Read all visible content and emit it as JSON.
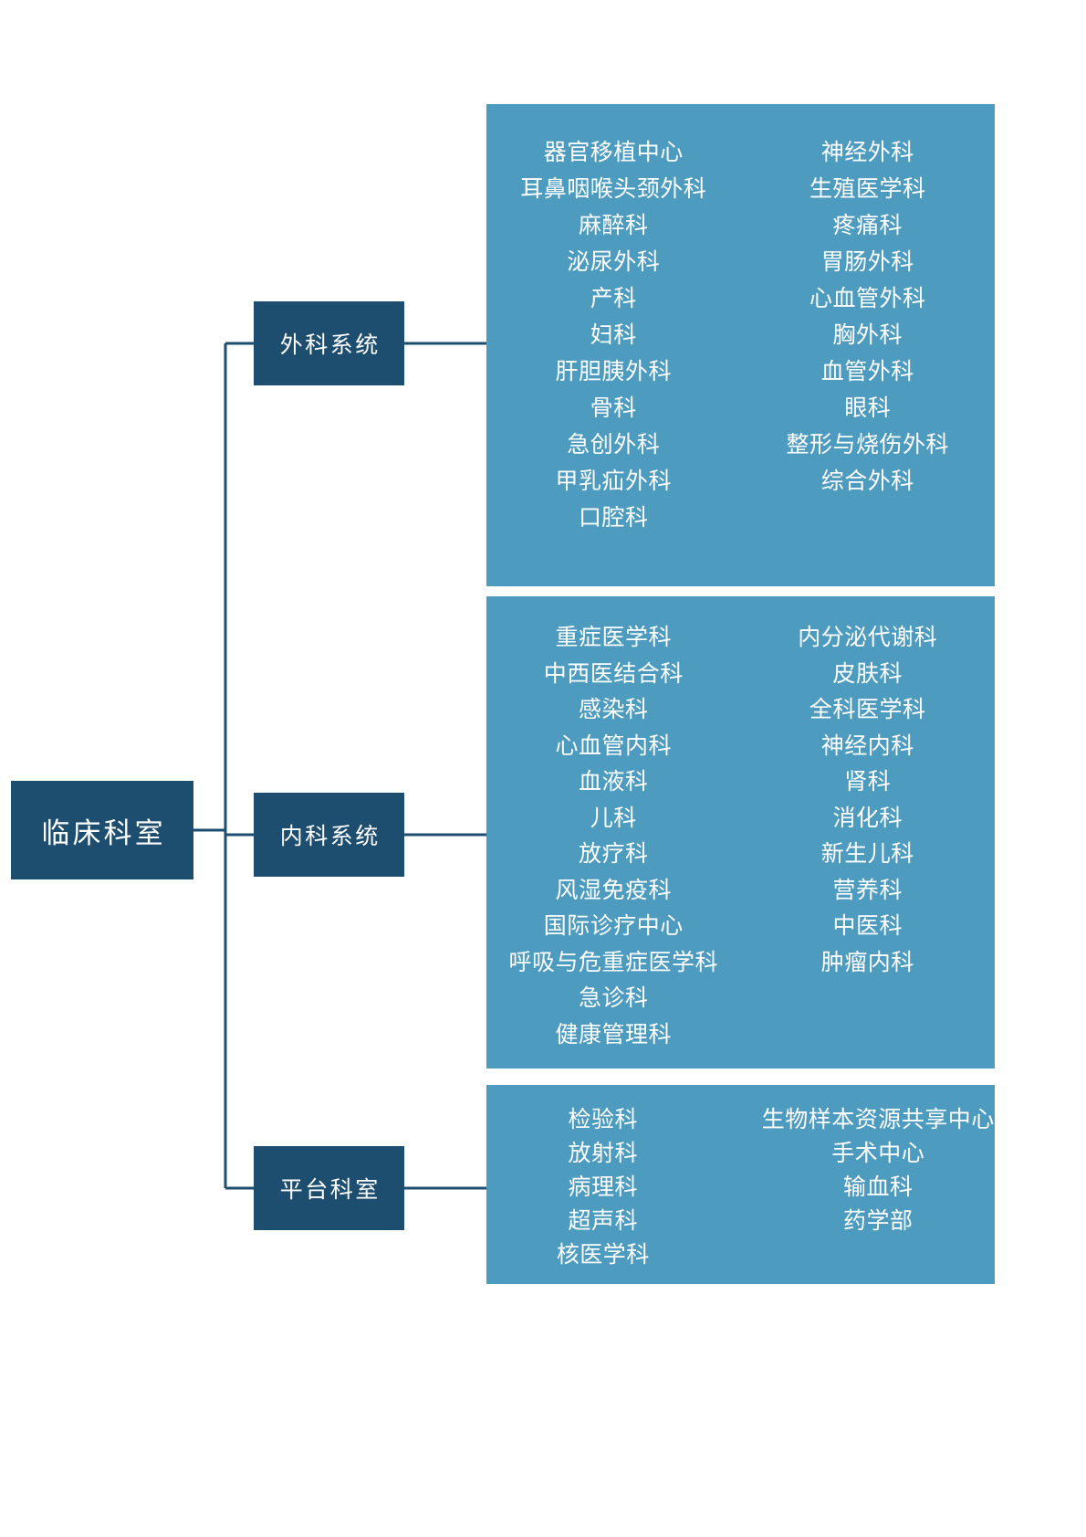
{
  "title": "临床科室组织架构",
  "colors": {
    "node_navy": "#1D4E70",
    "panel_blue": "#4D9CC0",
    "connector": "#1D4E70",
    "text_on_node": "#FFFFFF",
    "background": "#FFFFFF"
  },
  "root": {
    "label": "临床科室"
  },
  "branches": [
    {
      "id": "surgery",
      "label": "外科系统"
    },
    {
      "id": "internal",
      "label": "内科系统"
    },
    {
      "id": "platform",
      "label": "平台科室"
    }
  ],
  "panels": {
    "surgery": {
      "left_column": [
        "器官移植中心",
        "耳鼻咽喉头颈外科",
        "麻醉科",
        "泌尿外科",
        "产科",
        "妇科",
        "肝胆胰外科",
        "骨科",
        "急创外科",
        "甲乳疝外科",
        "口腔科"
      ],
      "right_column": [
        "神经外科",
        "生殖医学科",
        "疼痛科",
        "胃肠外科",
        "心血管外科",
        "胸外科",
        "血管外科",
        "眼科",
        "整形与烧伤外科",
        "综合外科"
      ]
    },
    "internal": {
      "left_column": [
        "重症医学科",
        "中西医结合科",
        "感染科",
        "心血管内科",
        "血液科",
        "儿科",
        "放疗科",
        "风湿免疫科",
        "国际诊疗中心",
        "呼吸与危重症医学科",
        "急诊科",
        "健康管理科"
      ],
      "right_column": [
        "内分泌代谢科",
        "皮肤科",
        "全科医学科",
        "神经内科",
        "肾科",
        "消化科",
        "新生儿科",
        "营养科",
        "中医科",
        "肿瘤内科"
      ]
    },
    "platform": {
      "left_column": [
        "检验科",
        "放射科",
        "病理科",
        "超声科",
        "核医学科"
      ],
      "right_column": [
        "生物样本资源共享中心",
        "手术中心",
        "输血科",
        "药学部"
      ]
    }
  },
  "chart_data": {
    "type": "diagram",
    "diagram_type": "organization-tree",
    "orientation": "left-to-right",
    "levels": 3,
    "root": "临床科室",
    "nodes": [
      {
        "level": 2,
        "label": "外科系统",
        "children": [
          "器官移植中心",
          "神经外科",
          "耳鼻咽喉头颈外科",
          "生殖医学科",
          "麻醉科",
          "疼痛科",
          "泌尿外科",
          "胃肠外科",
          "产科",
          "心血管外科",
          "妇科",
          "胸外科",
          "肝胆胰外科",
          "血管外科",
          "骨科",
          "眼科",
          "急创外科",
          "整形与烧伤外科",
          "甲乳疝外科",
          "综合外科",
          "口腔科"
        ],
        "child_count": 21
      },
      {
        "level": 2,
        "label": "内科系统",
        "children": [
          "重症医学科",
          "内分泌代谢科",
          "中西医结合科",
          "皮肤科",
          "感染科",
          "全科医学科",
          "心血管内科",
          "神经内科",
          "血液科",
          "肾科",
          "儿科",
          "消化科",
          "放疗科",
          "新生儿科",
          "风湿免疫科",
          "营养科",
          "国际诊疗中心",
          "中医科",
          "呼吸与危重症医学科",
          "肿瘤内科",
          "急诊科",
          "健康管理科"
        ],
        "child_count": 22
      },
      {
        "level": 2,
        "label": "平台科室",
        "children": [
          "检验科",
          "生物样本资源共享中心",
          "放射科",
          "手术中心",
          "病理科",
          "输血科",
          "超声科",
          "药学部",
          "核医学科"
        ],
        "child_count": 9
      }
    ]
  }
}
